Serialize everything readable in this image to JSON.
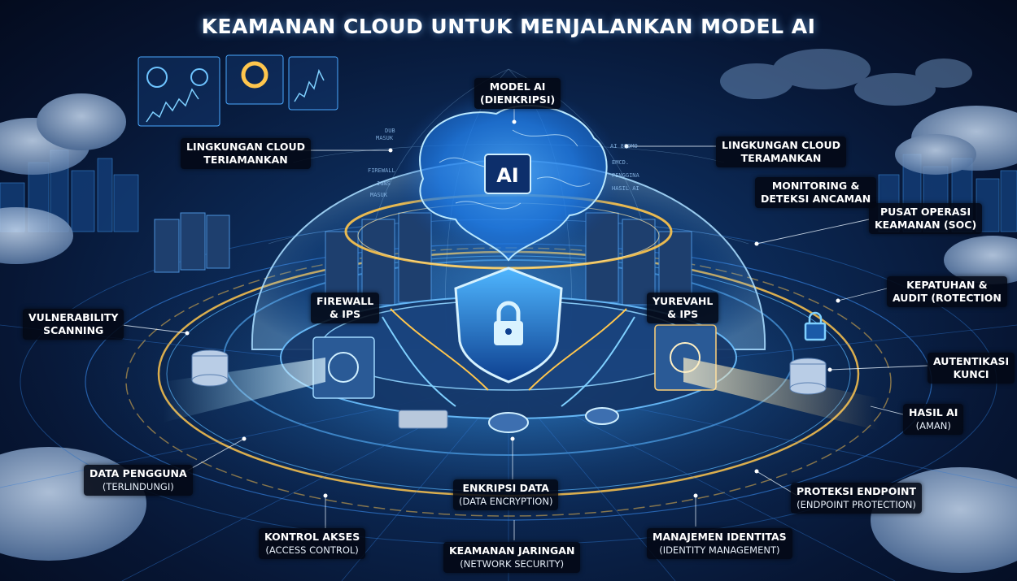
{
  "title": "KEAMANAN CLOUD UNTUK MENJALANKAN MODEL AI",
  "center": {
    "brain_label": "AI"
  },
  "labels": {
    "model_ai": {
      "line1": "MODEL AI",
      "line2": "(DIENKRIPSI)"
    },
    "lingkungan_left": {
      "line1": "LINGKUNGAN CLOUD",
      "line2": "TERIAMANKAN"
    },
    "lingkungan_right": {
      "line1": "LINGKUNGAN CLOUD",
      "line2": "TERAMANKAN"
    },
    "monitoring": {
      "line1": "MONITORING &",
      "line2": "DETEKSI ANCAMAN"
    },
    "soc": {
      "line1": "PUSAT OPERASI",
      "line2": "KEAMANAN (SOC)"
    },
    "kepatuhan": {
      "line1": "KEPATUHAN &",
      "line2": "AUDIT (ROTECTION"
    },
    "autentikasi": {
      "line1": "AUTENTIKASI",
      "line2": "KUNCI"
    },
    "hasil_ai": {
      "line1": "HASIL AI",
      "line2": "(AMAN)"
    },
    "firewall_left": {
      "line1": "FIREWALL",
      "line2": "& IPS"
    },
    "firewall_right": {
      "line1": "YUREVAHL",
      "line2": "& IPS"
    },
    "vulnerability": {
      "line1": "VULNERABILITY",
      "line2": "SCANNING"
    },
    "data_pengguna": {
      "line1": "DATA PENGGUNA",
      "line2": "(TERLINDUNGI)"
    },
    "enkripsi": {
      "line1": "ENKRIPSI DATA",
      "line2": "(DATA ENCRYPTION)"
    },
    "proteksi": {
      "line1": "PROTEKSI ENDPOINT",
      "line2": "(ENDPOINT PROTECTION)"
    },
    "kontrol": {
      "line1": "KONTROL AKSES",
      "line2": "(ACCESS CONTROL)"
    },
    "jaringan": {
      "line1": "KEAMANAN JARINGAN",
      "line2": "(NETWORK SECURITY)"
    },
    "identitas": {
      "line1": "MANAJEMEN IDENTITAS",
      "line2": "(IDENTITY MANAGEMENT)"
    }
  },
  "dome_tags": {
    "t1": "DUB",
    "t2": "MASUK",
    "t3": "FIREWALL",
    "t4": "IGNS",
    "t5": "MASUK",
    "t6": "AI 8SDMO",
    "t7": "EMCD.",
    "t8": "PENGGINA",
    "t9": "HASIL AI"
  },
  "colors": {
    "accent_blue": "#3fa9ff",
    "ring_gold": "#ffc64d",
    "label_bg": "#03080f",
    "background": "#0a1f45"
  }
}
